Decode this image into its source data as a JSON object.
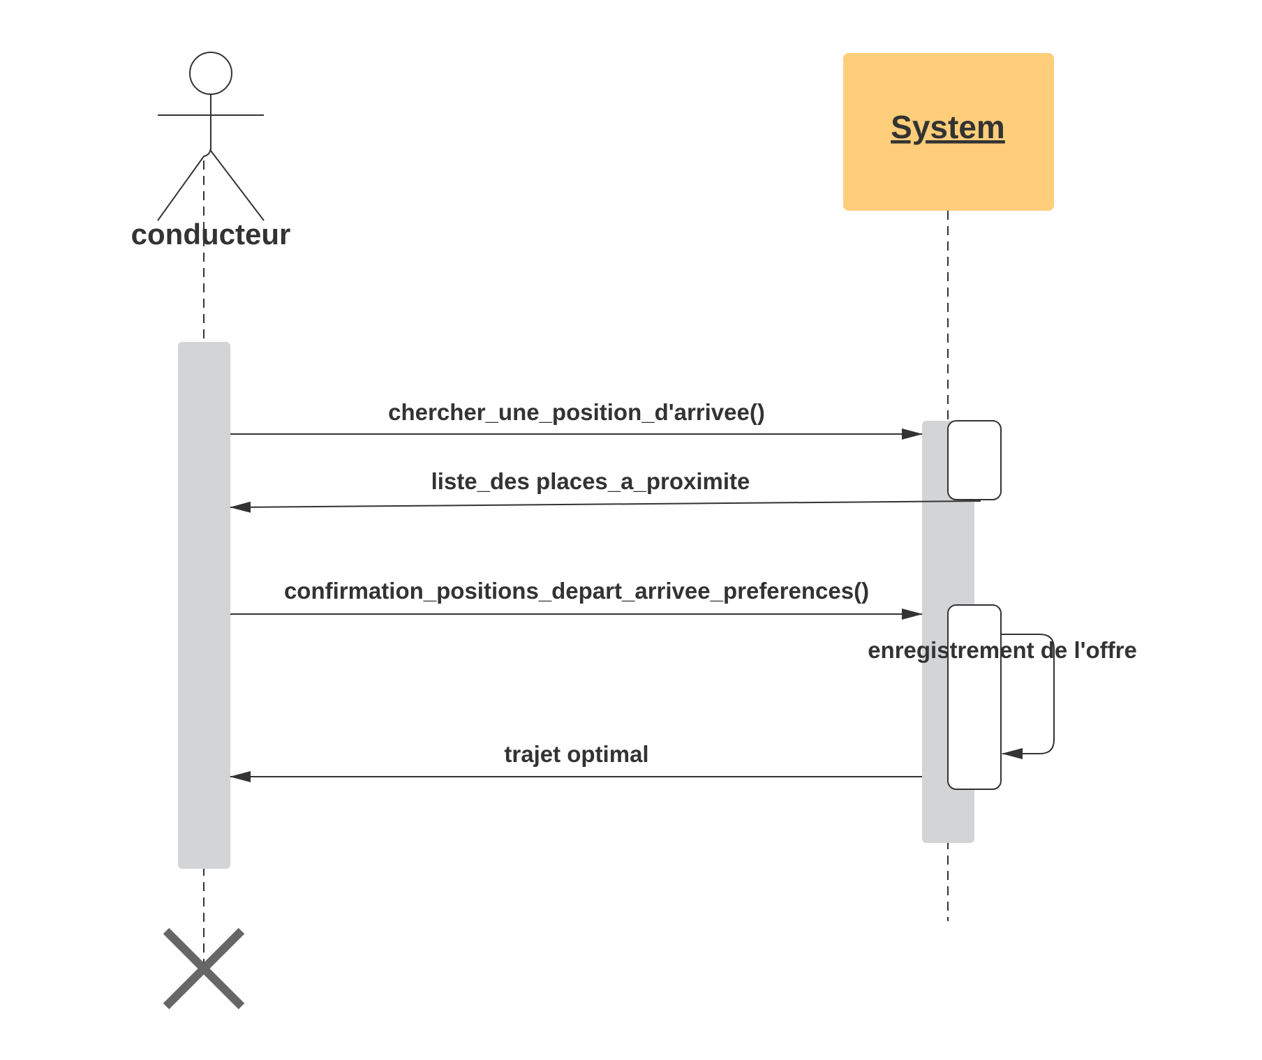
{
  "actor": {
    "name": "conducteur"
  },
  "system": {
    "name": "System",
    "color": "#FFCE7A"
  },
  "activation_color": "#D3D4D6",
  "messages": [
    {
      "label": "chercher_une_position_d'arrivee()",
      "kind": "call"
    },
    {
      "label": "liste_des places_a_proximite",
      "kind": "return"
    },
    {
      "label": "confirmation_positions_depart_arrivee_preferences()",
      "kind": "call"
    },
    {
      "label": "enregistrement de l'offre",
      "kind": "self"
    },
    {
      "label": "trajet optimal",
      "kind": "return"
    }
  ],
  "destruction_marker": "x-icon"
}
